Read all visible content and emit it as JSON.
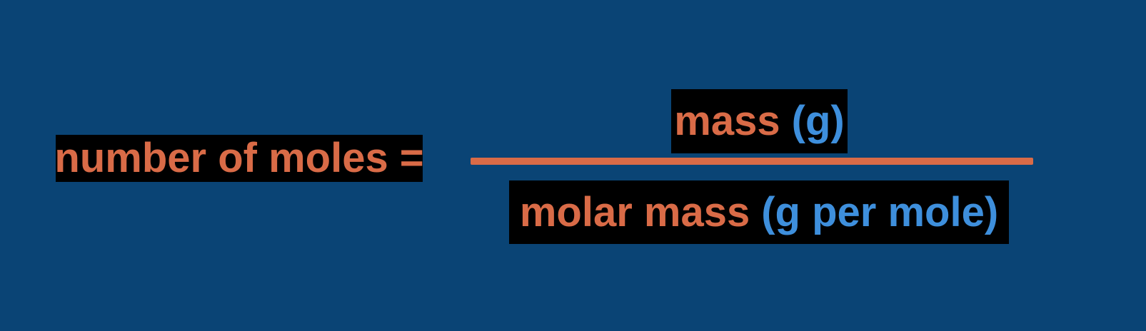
{
  "formula": {
    "lhs": "number of moles",
    "equals": "=",
    "numerator": {
      "term": "mass",
      "unit": "(g)"
    },
    "denominator": {
      "term": "molar mass",
      "unit": "(g per mole)"
    }
  },
  "colors": {
    "background": "#0A4475",
    "highlight_box": "#000000",
    "term_text": "#D96B47",
    "unit_text": "#3E8FDC",
    "fraction_bar": "#D96B47"
  }
}
